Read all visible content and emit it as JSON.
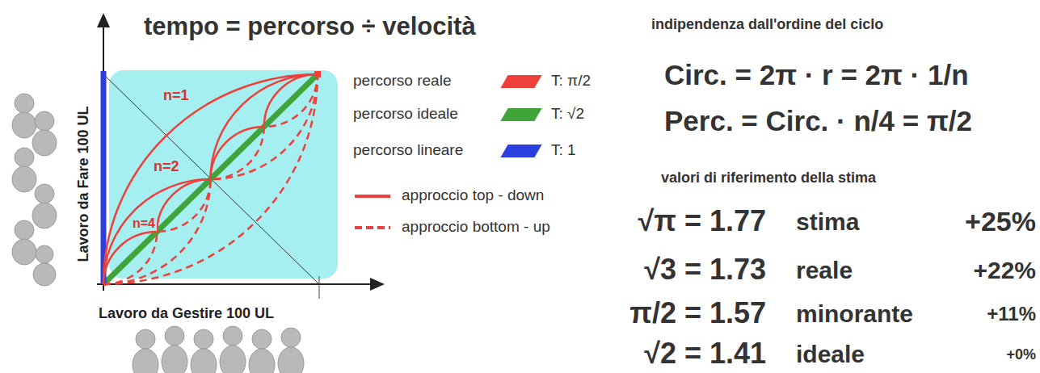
{
  "diagram": {
    "title": "tempo = percorso ÷ velocità",
    "labels": [
      "indipendenza dall'ordine del ciclo",
      "Circ. = 2π · r = 2π · 1/n",
      "Perc. = Circ. · n/4 = π/2",
      "valori di riferimento della stima",
      "√π = 1.77",
      "stima",
      "+25%",
      "√3 = 1.73",
      "reale",
      "+22%",
      "π/2 = 1.57",
      "minorante",
      "+11%",
      "√2 = 1.41",
      "ideale",
      "+0%",
      "Lavoro da Fare 100 UL",
      "Lavoro da Gestire 100 UL",
      "n=1",
      "n=2",
      "n=4",
      "T: π/2",
      "T: √2",
      "T: 1"
    ],
    "legend": [
      {
        "text": "percorso reale",
        "color": "#ee3f3a"
      },
      {
        "text": "percorso ideale",
        "color": "#3fa53a"
      },
      {
        "text": "percorso lineare",
        "color": "#2b3fe0"
      },
      {
        "text": "approccio top - down"
      },
      {
        "text": "approccio bottom - up"
      }
    ]
  }
}
